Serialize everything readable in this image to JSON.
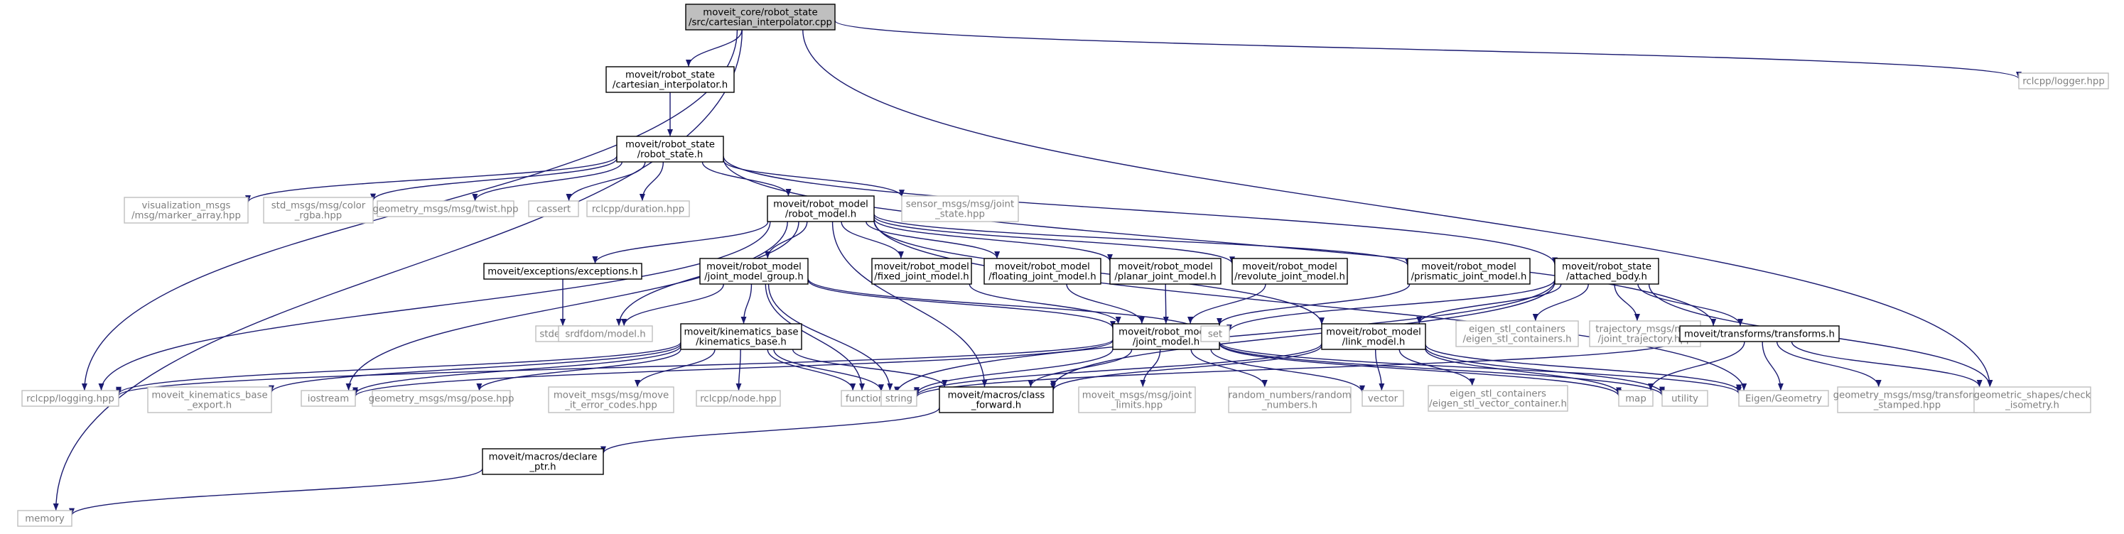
{
  "colors": {
    "edge": "#191970",
    "root_fill": "#bfbfbf",
    "internal_border": "#000000",
    "external_border": "#bfbfbf",
    "external_text": "#7f7f7f"
  },
  "nodes": [
    {
      "id": "root",
      "lines": [
        "moveit_core/robot_state",
        "/src/cartesian_interpolator.cpp"
      ],
      "kind": "root"
    },
    {
      "id": "ci_h",
      "lines": [
        "moveit/robot_state",
        "/cartesian_interpolator.h"
      ],
      "kind": "internal"
    },
    {
      "id": "rclcpp_logger",
      "lines": [
        "rclcpp/logger.hpp"
      ],
      "kind": "external"
    },
    {
      "id": "robot_state_h",
      "lines": [
        "moveit/robot_state",
        "/robot_state.h"
      ],
      "kind": "internal"
    },
    {
      "id": "vis_msgs",
      "lines": [
        "visualization_msgs",
        "/msg/marker_array.hpp"
      ],
      "kind": "external"
    },
    {
      "id": "std_msgs",
      "lines": [
        "std_msgs/msg/color",
        "_rgba.hpp"
      ],
      "kind": "external"
    },
    {
      "id": "twist",
      "lines": [
        "geometry_msgs/msg/twist.hpp"
      ],
      "kind": "external"
    },
    {
      "id": "cassert",
      "lines": [
        "cassert"
      ],
      "kind": "external"
    },
    {
      "id": "duration",
      "lines": [
        "rclcpp/duration.hpp"
      ],
      "kind": "external"
    },
    {
      "id": "robot_model_h",
      "lines": [
        "moveit/robot_model",
        "/robot_model.h"
      ],
      "kind": "internal"
    },
    {
      "id": "joint_state",
      "lines": [
        "sensor_msgs/msg/joint",
        "_state.hpp"
      ],
      "kind": "external"
    },
    {
      "id": "exceptions_h",
      "lines": [
        "moveit/exceptions/exceptions.h"
      ],
      "kind": "internal"
    },
    {
      "id": "stdexcept",
      "lines": [
        "stdexcept"
      ],
      "kind": "external"
    },
    {
      "id": "jmg_h",
      "lines": [
        "moveit/robot_model",
        "/joint_model_group.h"
      ],
      "kind": "internal"
    },
    {
      "id": "fixed_h",
      "lines": [
        "moveit/robot_model",
        "/fixed_joint_model.h"
      ],
      "kind": "internal"
    },
    {
      "id": "floating_h",
      "lines": [
        "moveit/robot_model",
        "/floating_joint_model.h"
      ],
      "kind": "internal"
    },
    {
      "id": "planar_h",
      "lines": [
        "moveit/robot_model",
        "/planar_joint_model.h"
      ],
      "kind": "internal"
    },
    {
      "id": "revolute_h",
      "lines": [
        "moveit/robot_model",
        "/revolute_joint_model.h"
      ],
      "kind": "internal"
    },
    {
      "id": "prismatic_h",
      "lines": [
        "moveit/robot_model",
        "/prismatic_joint_model.h"
      ],
      "kind": "internal"
    },
    {
      "id": "attached_h",
      "lines": [
        "moveit/robot_state",
        "/attached_body.h"
      ],
      "kind": "internal"
    },
    {
      "id": "srdf",
      "lines": [
        "srdfdom/model.h"
      ],
      "kind": "external"
    },
    {
      "id": "kin_base_h",
      "lines": [
        "moveit/kinematics_base",
        "/kinematics_base.h"
      ],
      "kind": "internal"
    },
    {
      "id": "joint_model_h",
      "lines": [
        "moveit/robot_model",
        "/joint_model.h"
      ],
      "kind": "internal"
    },
    {
      "id": "set",
      "lines": [
        "set"
      ],
      "kind": "external"
    },
    {
      "id": "link_model_h",
      "lines": [
        "moveit/robot_model",
        "/link_model.h"
      ],
      "kind": "internal"
    },
    {
      "id": "eigen_stl",
      "lines": [
        "eigen_stl_containers",
        "/eigen_stl_containers.h"
      ],
      "kind": "external"
    },
    {
      "id": "traj_msgs",
      "lines": [
        "trajectory_msgs/msg",
        "/joint_trajectory.hpp"
      ],
      "kind": "external"
    },
    {
      "id": "transforms_h",
      "lines": [
        "moveit/transforms/transforms.h"
      ],
      "kind": "internal"
    },
    {
      "id": "logging",
      "lines": [
        "rclcpp/logging.hpp"
      ],
      "kind": "external"
    },
    {
      "id": "kin_export",
      "lines": [
        "moveit_kinematics_base",
        "_export.h"
      ],
      "kind": "external"
    },
    {
      "id": "iostream",
      "lines": [
        "iostream"
      ],
      "kind": "external"
    },
    {
      "id": "pose",
      "lines": [
        "geometry_msgs/msg/pose.hpp"
      ],
      "kind": "external"
    },
    {
      "id": "move_it_err",
      "lines": [
        "moveit_msgs/msg/move",
        "_it_error_codes.hpp"
      ],
      "kind": "external"
    },
    {
      "id": "node",
      "lines": [
        "rclcpp/node.hpp"
      ],
      "kind": "external"
    },
    {
      "id": "functional",
      "lines": [
        "functional"
      ],
      "kind": "external"
    },
    {
      "id": "string",
      "lines": [
        "string"
      ],
      "kind": "external"
    },
    {
      "id": "class_fwd_h",
      "lines": [
        "moveit/macros/class",
        "_forward.h"
      ],
      "kind": "internal"
    },
    {
      "id": "joint_limits",
      "lines": [
        "moveit_msgs/msg/joint",
        "_limits.hpp"
      ],
      "kind": "external"
    },
    {
      "id": "random",
      "lines": [
        "random_numbers/random",
        "_numbers.h"
      ],
      "kind": "external"
    },
    {
      "id": "vector",
      "lines": [
        "vector"
      ],
      "kind": "external"
    },
    {
      "id": "eigen_vec",
      "lines": [
        "eigen_stl_containers",
        "/eigen_stl_vector_container.h"
      ],
      "kind": "external"
    },
    {
      "id": "map",
      "lines": [
        "map"
      ],
      "kind": "external"
    },
    {
      "id": "utility",
      "lines": [
        "utility"
      ],
      "kind": "external"
    },
    {
      "id": "eigen_geo",
      "lines": [
        "Eigen/Geometry"
      ],
      "kind": "external"
    },
    {
      "id": "tf_stamped",
      "lines": [
        "geometry_msgs/msg/transform",
        "_stamped.hpp"
      ],
      "kind": "external"
    },
    {
      "id": "geo_shapes",
      "lines": [
        "geometric_shapes/check",
        "_isometry.h"
      ],
      "kind": "external"
    },
    {
      "id": "declare_ptr_h",
      "lines": [
        "moveit/macros/declare",
        "_ptr.h"
      ],
      "kind": "internal"
    },
    {
      "id": "memory",
      "lines": [
        "memory"
      ],
      "kind": "external"
    }
  ],
  "edges": [
    [
      "root",
      "ci_h"
    ],
    [
      "root",
      "rclcpp_logger"
    ],
    [
      "root",
      "memory"
    ],
    [
      "root",
      "logging"
    ],
    [
      "root",
      "geo_shapes"
    ],
    [
      "ci_h",
      "robot_state_h"
    ],
    [
      "robot_state_h",
      "vis_msgs"
    ],
    [
      "robot_state_h",
      "std_msgs"
    ],
    [
      "robot_state_h",
      "twist"
    ],
    [
      "robot_state_h",
      "cassert"
    ],
    [
      "robot_state_h",
      "duration"
    ],
    [
      "robot_state_h",
      "robot_model_h"
    ],
    [
      "robot_state_h",
      "joint_state"
    ],
    [
      "robot_state_h",
      "attached_h"
    ],
    [
      "robot_state_h",
      "transforms_h"
    ],
    [
      "robot_model_h",
      "exceptions_h"
    ],
    [
      "robot_model_h",
      "jmg_h"
    ],
    [
      "robot_model_h",
      "fixed_h"
    ],
    [
      "robot_model_h",
      "floating_h"
    ],
    [
      "robot_model_h",
      "planar_h"
    ],
    [
      "robot_model_h",
      "revolute_h"
    ],
    [
      "robot_model_h",
      "prismatic_h"
    ],
    [
      "robot_model_h",
      "srdf"
    ],
    [
      "robot_model_h",
      "logging"
    ],
    [
      "robot_model_h",
      "iostream"
    ],
    [
      "robot_model_h",
      "class_fwd_h"
    ],
    [
      "robot_model_h",
      "eigen_geo"
    ],
    [
      "robot_model_h",
      "link_model_h"
    ],
    [
      "exceptions_h",
      "stdexcept"
    ],
    [
      "jmg_h",
      "kin_base_h"
    ],
    [
      "jmg_h",
      "joint_model_h"
    ],
    [
      "jmg_h",
      "srdf"
    ],
    [
      "jmg_h",
      "set"
    ],
    [
      "jmg_h",
      "functional"
    ],
    [
      "jmg_h",
      "string"
    ],
    [
      "fixed_h",
      "joint_model_h"
    ],
    [
      "floating_h",
      "joint_model_h"
    ],
    [
      "planar_h",
      "joint_model_h"
    ],
    [
      "revolute_h",
      "joint_model_h"
    ],
    [
      "prismatic_h",
      "joint_model_h"
    ],
    [
      "attached_h",
      "set"
    ],
    [
      "attached_h",
      "link_model_h"
    ],
    [
      "attached_h",
      "eigen_stl"
    ],
    [
      "attached_h",
      "traj_msgs"
    ],
    [
      "attached_h",
      "transforms_h"
    ],
    [
      "attached_h",
      "geo_shapes"
    ],
    [
      "attached_h",
      "class_fwd_h"
    ],
    [
      "attached_h",
      "functional"
    ],
    [
      "kin_base_h",
      "logging"
    ],
    [
      "kin_base_h",
      "kin_export"
    ],
    [
      "kin_base_h",
      "iostream"
    ],
    [
      "kin_base_h",
      "pose"
    ],
    [
      "kin_base_h",
      "move_it_err"
    ],
    [
      "kin_base_h",
      "node"
    ],
    [
      "kin_base_h",
      "functional"
    ],
    [
      "kin_base_h",
      "string"
    ],
    [
      "kin_base_h",
      "class_fwd_h"
    ],
    [
      "joint_model_h",
      "string"
    ],
    [
      "joint_model_h",
      "class_fwd_h"
    ],
    [
      "joint_model_h",
      "joint_limits"
    ],
    [
      "joint_model_h",
      "random"
    ],
    [
      "joint_model_h",
      "vector"
    ],
    [
      "joint_model_h",
      "map"
    ],
    [
      "joint_model_h",
      "utility"
    ],
    [
      "joint_model_h",
      "eigen_geo"
    ],
    [
      "joint_model_h",
      "logging"
    ],
    [
      "joint_model_h",
      "iostream"
    ],
    [
      "link_model_h",
      "string"
    ],
    [
      "link_model_h",
      "class_fwd_h"
    ],
    [
      "link_model_h",
      "vector"
    ],
    [
      "link_model_h",
      "eigen_vec"
    ],
    [
      "link_model_h",
      "map"
    ],
    [
      "link_model_h",
      "utility"
    ],
    [
      "link_model_h",
      "eigen_geo"
    ],
    [
      "transforms_h",
      "string"
    ],
    [
      "transforms_h",
      "map"
    ],
    [
      "transforms_h",
      "eigen_geo"
    ],
    [
      "transforms_h",
      "tf_stamped"
    ],
    [
      "transforms_h",
      "geo_shapes"
    ],
    [
      "class_fwd_h",
      "declare_ptr_h"
    ],
    [
      "declare_ptr_h",
      "memory"
    ]
  ]
}
